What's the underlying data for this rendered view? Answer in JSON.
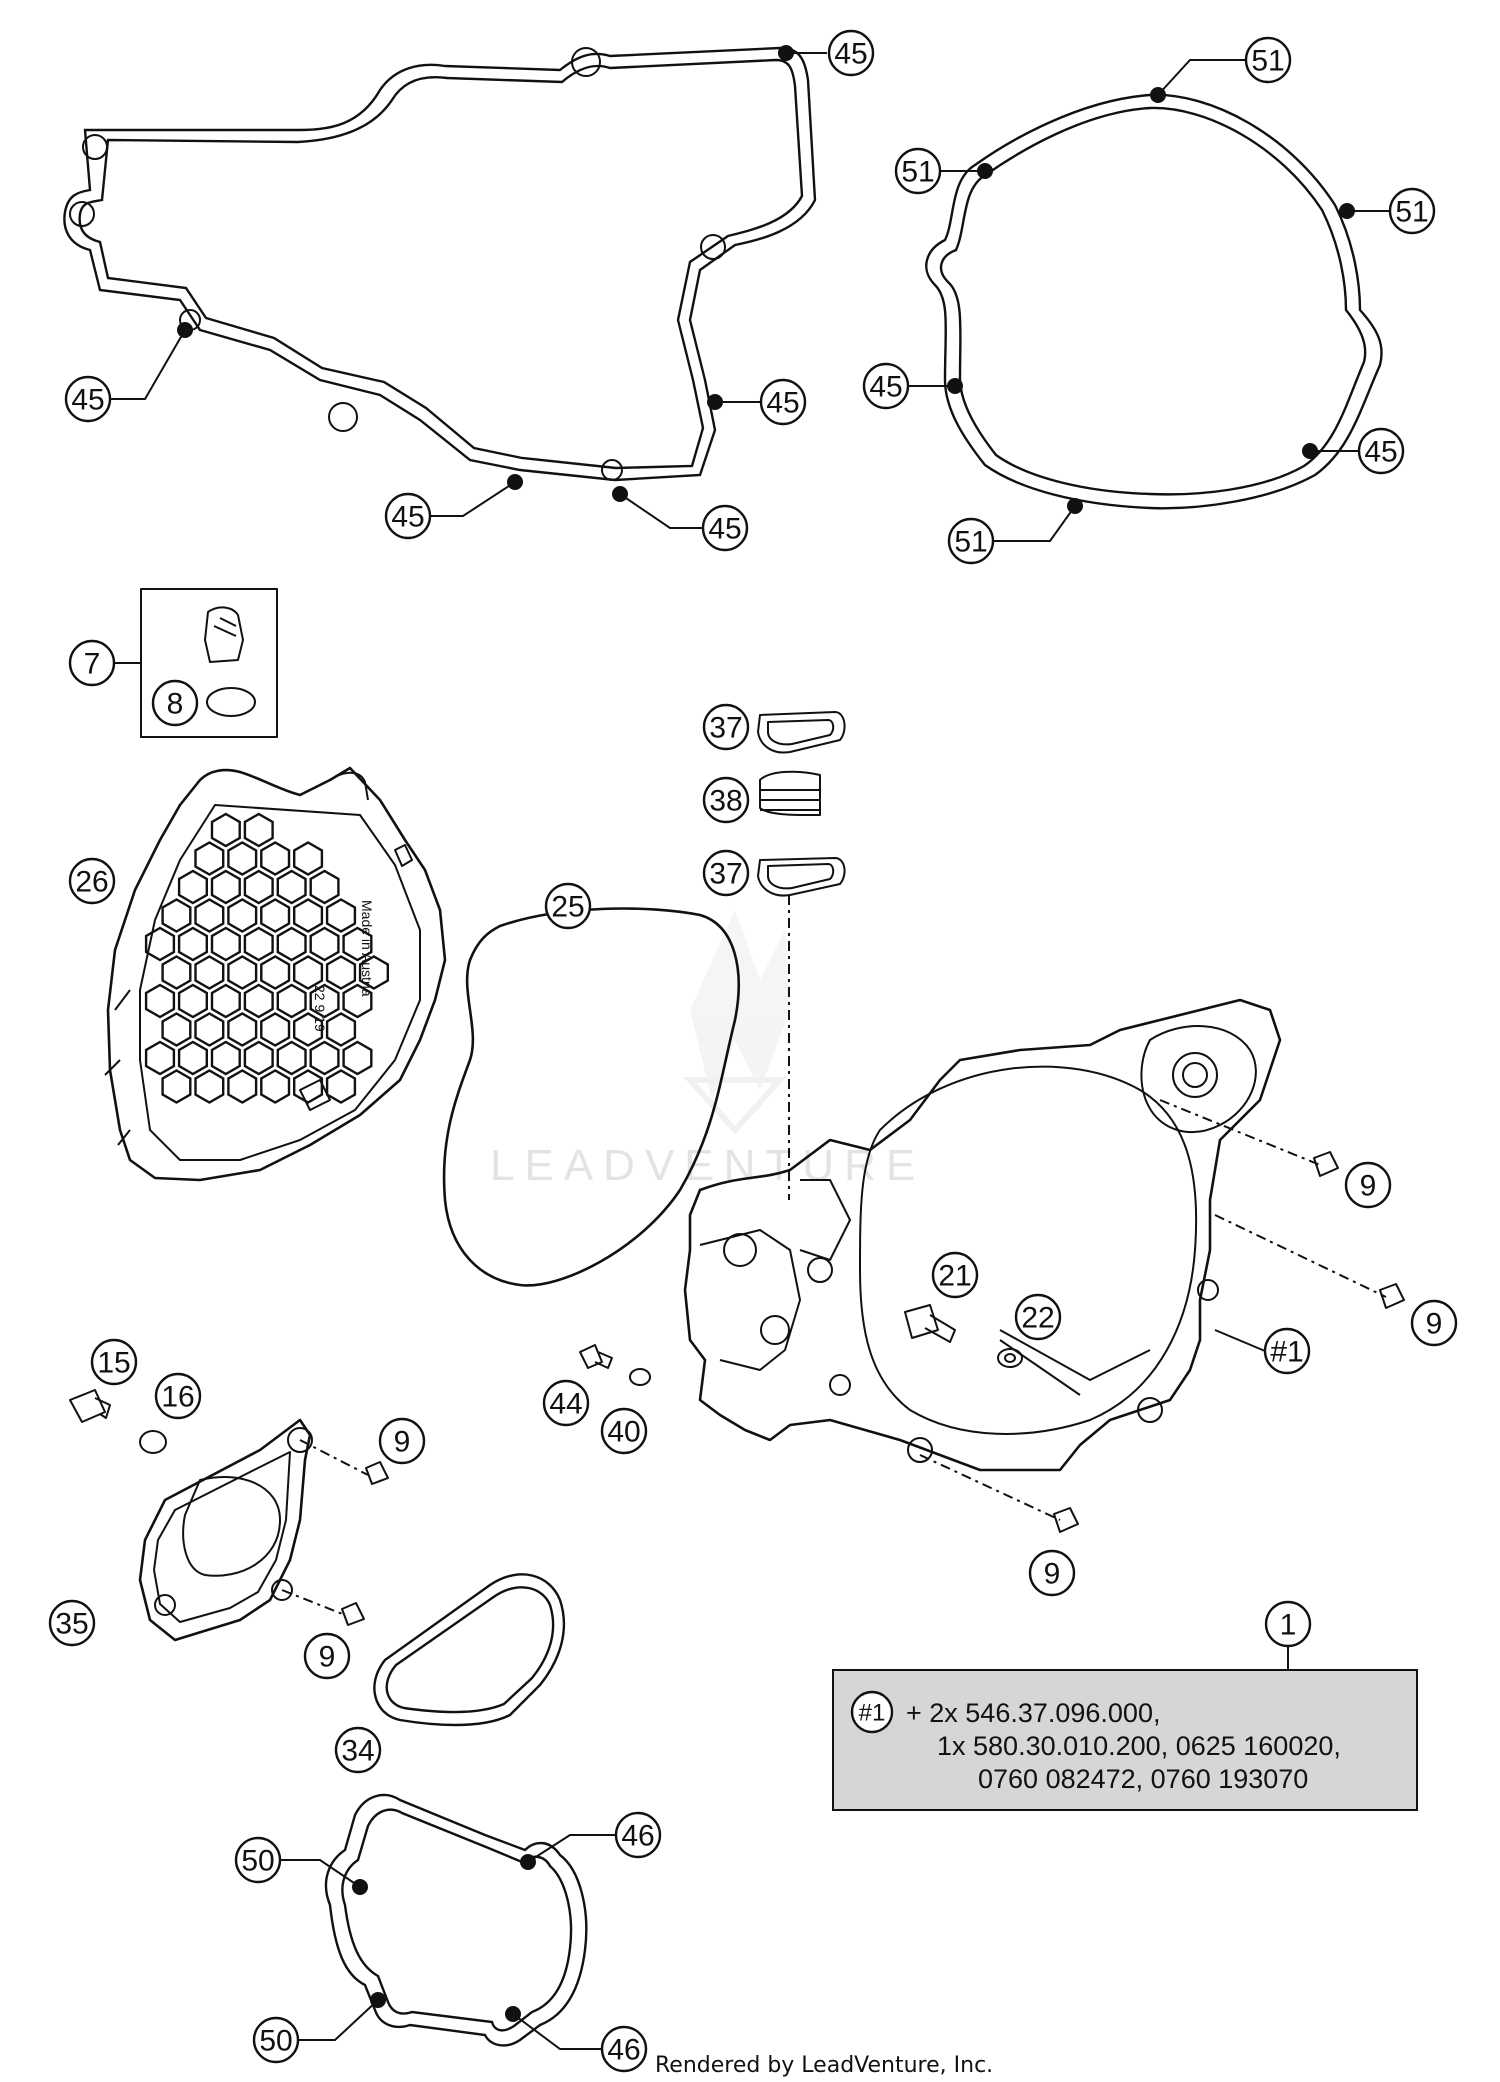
{
  "callouts": [
    "45",
    "51",
    "7",
    "8",
    "37",
    "38",
    "26",
    "25",
    "9",
    "21",
    "22",
    "#1",
    "15",
    "16",
    "44",
    "40",
    "35",
    "34",
    "1",
    "50",
    "46"
  ],
  "note": {
    "badge": "#1",
    "lines": [
      "+ 2x 546.37.096.000,",
      "1x 580.30.010.200, 0625 160020,",
      "0760 082472, 0760 193070"
    ]
  },
  "cover_print": "Made in Austria",
  "watermark": "LEADVENTURE",
  "footer": "Rendered by LeadVenture, Inc."
}
